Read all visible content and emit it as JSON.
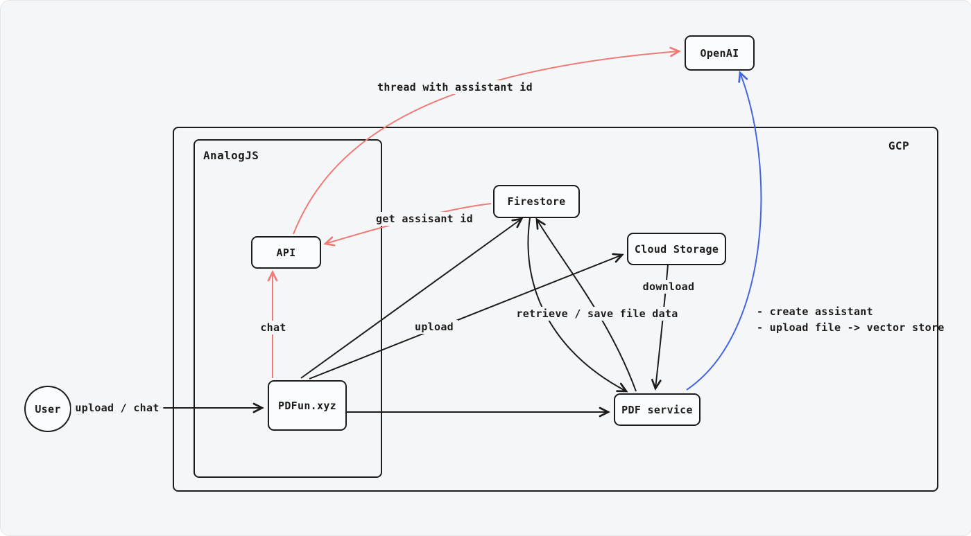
{
  "colors": {
    "background": "#f5f6f7",
    "ink": "#1c1c1c",
    "red_arrow": "#ef7a76",
    "blue_arrow": "#4365e2"
  },
  "nodes": {
    "user": "User",
    "pdfun": "PDFun.xyz",
    "api": "API",
    "analogjs": "AnalogJS",
    "gcp": "GCP",
    "firestore": "Firestore",
    "cloud_storage": "Cloud Storage",
    "pdf_service": "PDF service",
    "openai": "OpenAI"
  },
  "edges": {
    "upload_chat": "upload / chat",
    "chat": "chat",
    "upload": "upload",
    "thread_with_assistant_id": "thread with assistant id",
    "get_assistant_id": "get assisant id",
    "retrieve_save_file_data": "retrieve / save file data",
    "download": "download",
    "create_assistant_note": "- create assistant",
    "vector_store_note": "- upload file -> vector store"
  }
}
